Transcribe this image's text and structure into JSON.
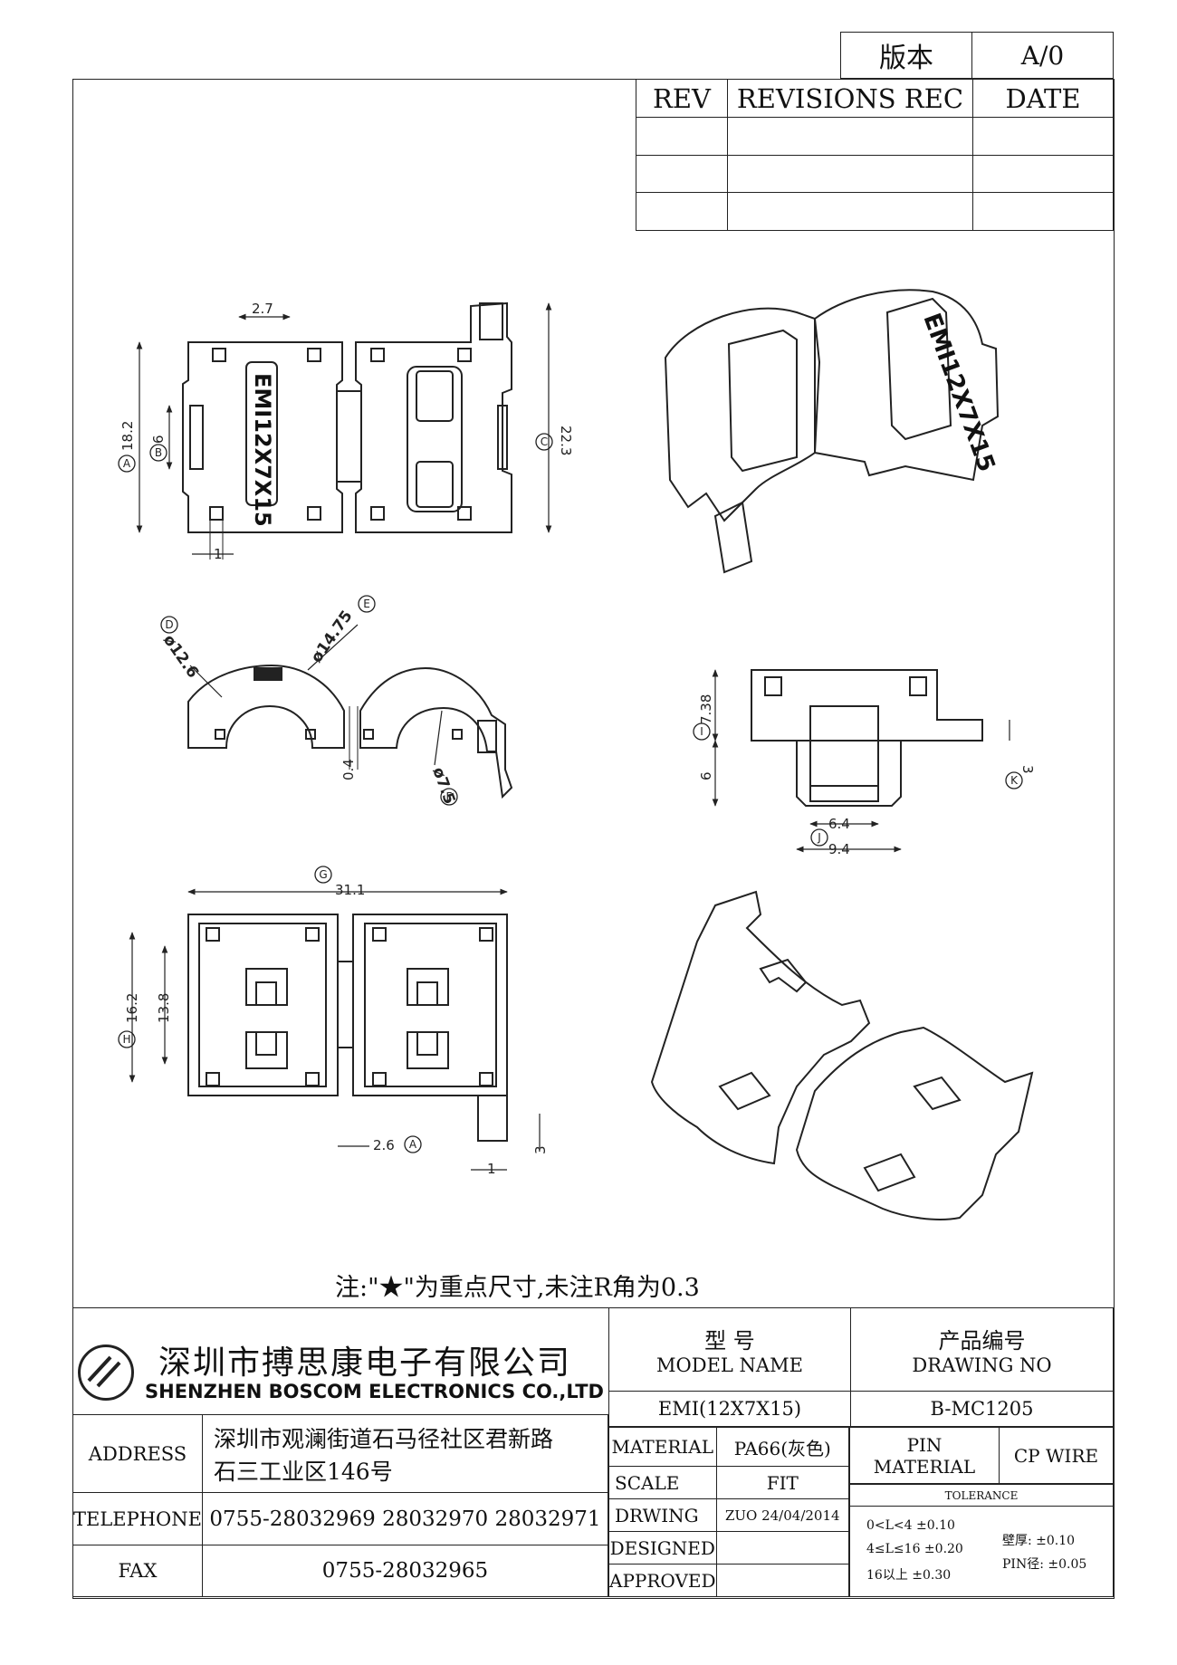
{
  "version_box": {
    "label": "版本",
    "value": "A/0"
  },
  "revision_table": {
    "headers": [
      "REV",
      "REVISIONS REC",
      "DATE"
    ],
    "rows": [
      [
        "",
        "",
        ""
      ],
      [
        "",
        "",
        ""
      ],
      [
        "",
        "",
        ""
      ]
    ]
  },
  "drawing": {
    "top_view": {
      "dim_width": "2.7",
      "dim_height_a": "18.2",
      "dim_b": "6",
      "dim_c": "22.3",
      "dim_pin": "1",
      "label_a": "A",
      "label_b": "B",
      "label_c": "C",
      "embossed_text": "EMI12X7X15"
    },
    "side_view": {
      "dim_d": "ø12.6",
      "dim_e": "ø14.75",
      "dim_f": "ø7.5",
      "dim_gap": "0.4",
      "label_d": "D",
      "label_e": "E",
      "label_f": "F"
    },
    "end_view": {
      "dim_i_top": "7.38",
      "dim_i_bottom": "6",
      "dim_k": "3",
      "dim_inner": "6.4",
      "dim_outer": "9.4",
      "label_i": "I",
      "label_j": "J",
      "label_k": "K"
    },
    "bottom_view": {
      "dim_length": "31.1",
      "dim_h": "16.2",
      "dim_inner": "13.8",
      "dim_tab": "2.6",
      "dim_pin": "1",
      "dim_pin_height": "3",
      "label_g": "G",
      "label_h": "H",
      "label_a": "A"
    },
    "iso_embossed_text": "EMI12X7X15"
  },
  "note": "注:\"★\"为重点尺寸,未注R角为0.3",
  "company": {
    "name_cn": "深圳市搏思康电子有限公司",
    "name_en": "SHENZHEN BOSCOM ELECTRONICS CO.,LTD"
  },
  "contact": {
    "address_label": "ADDRESS",
    "address_line1": "深圳市观澜街道石马径社区君新路",
    "address_line2": "石三工业区146号",
    "telephone_label": "TELEPHONE",
    "telephone": "0755-28032969 28032970 28032971",
    "fax_label": "FAX",
    "fax": "0755-28032965"
  },
  "model": {
    "header_cn": "型        号",
    "header_en": "MODEL NAME",
    "value": "EMI(12X7X15)"
  },
  "drawing_no": {
    "header_cn": "产品编号",
    "header_en": "DRAWING NO",
    "value": "B-MC1205"
  },
  "spec": {
    "material_label": "MATERIAL",
    "material": "PA66(灰色)",
    "scale_label": "SCALE",
    "scale": "FIT",
    "drawing_label": "DRWING",
    "drawing": "ZUO 24/04/2014",
    "designed_label": "DESIGNED",
    "designed": "",
    "approved_label": "APPROVED",
    "approved": "",
    "pin_material_label_1": "PIN",
    "pin_material_label_2": "MATERIAL",
    "pin_material": "CP WIRE",
    "tolerance_label": "TOLERANCE",
    "tol_1": "0<L<4    ±0.10",
    "tol_2": "4≤L≤16  ±0.20",
    "tol_3": "16以上     ±0.30",
    "wall_thickness": "壁厚:  ±0.10",
    "pin_dia": "PIN径:  ±0.05"
  }
}
